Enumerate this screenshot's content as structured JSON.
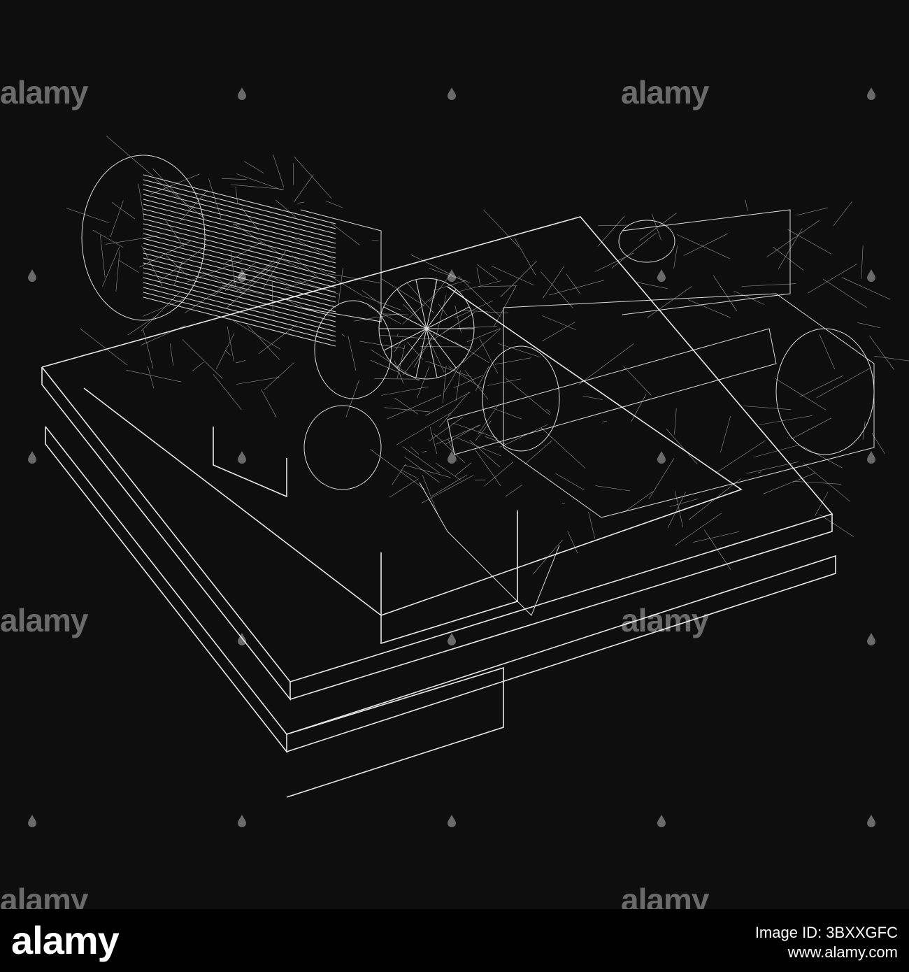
{
  "image": {
    "subject": "",
    "background_color": "#0e0e0e",
    "line_color": "#ffffff"
  },
  "watermark": {
    "text": "alamy",
    "icon": "alamy-drop-icon"
  },
  "footer": {
    "logo_text": "alamy",
    "image_id": "Image ID: 3BXXGFC",
    "url": "www.alamy.com"
  }
}
